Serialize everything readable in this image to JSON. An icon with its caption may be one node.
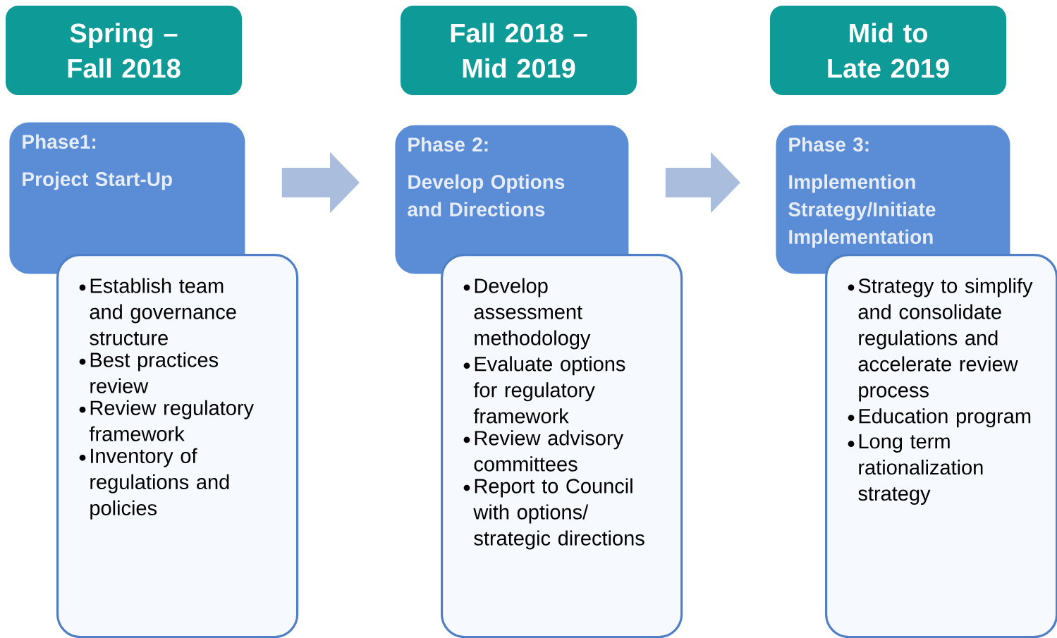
{
  "diagram": {
    "nodes": [
      {
        "text": [
          "Spring – Fall 2018"
        ]
      },
      {
        "text": [
          "Phase1:",
          "Project Start-Up"
        ]
      },
      {
        "text": [
          "Establish team and governance structure",
          "Best practices review",
          "Review regulatory framework",
          "Inventory of regulations and policies"
        ]
      },
      {
        "text": [
          "Fall 2018 – Mid 2019"
        ]
      },
      {
        "text": [
          "Phase 2:",
          "Develop Options and Directions"
        ]
      },
      {
        "text": [
          "Develop assessment methodology",
          "Evaluate options for regulatory framework",
          "Review advisory committees",
          "Report to Council with options/ strategic directions"
        ]
      },
      {
        "text": [
          "Mid to Late 2019"
        ]
      },
      {
        "text": [
          "Phase 3:",
          "Implemention Strategy/Initiate Implementation"
        ]
      },
      {
        "text": [
          "Strategy to simplify and consolidate regulations and accelerate review process",
          "Education program",
          "Long term rationalization strategy"
        ]
      }
    ],
    "edges": [
      {
        "from": 1,
        "to": 4,
        "arrow": "to"
      },
      {
        "from": 4,
        "to": 7,
        "arrow": "to"
      }
    ]
  }
}
